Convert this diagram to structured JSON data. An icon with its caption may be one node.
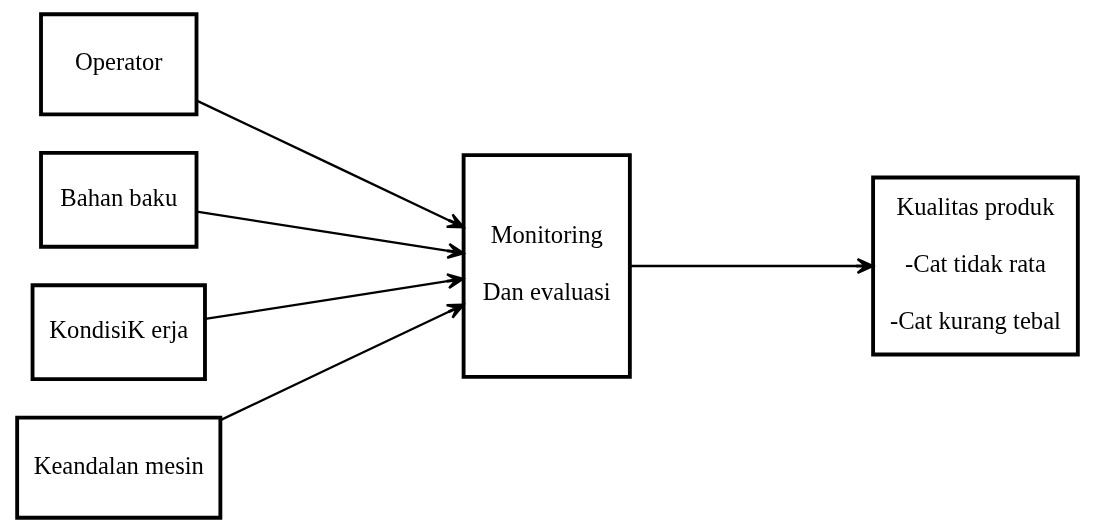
{
  "diagram": {
    "nodes": [
      {
        "text": [
          "Operator"
        ]
      },
      {
        "text": [
          "Bahan baku"
        ]
      },
      {
        "text": [
          "KondisiK erja"
        ]
      },
      {
        "text": [
          "Keandalan mesin"
        ]
      },
      {
        "text": [
          "Monitoring",
          "Dan evaluasi"
        ]
      },
      {
        "text": [
          "Kualitas produk",
          "-Cat tidak rata",
          "-Cat kurang tebal"
        ]
      }
    ],
    "edges": [
      {
        "from": 0,
        "to": 4,
        "arrow": "to"
      },
      {
        "from": 1,
        "to": 4,
        "arrow": "to"
      },
      {
        "from": 2,
        "to": 4,
        "arrow": "to"
      },
      {
        "from": 3,
        "to": 4,
        "arrow": "to"
      },
      {
        "from": 4,
        "to": 5,
        "arrow": "to"
      }
    ]
  }
}
